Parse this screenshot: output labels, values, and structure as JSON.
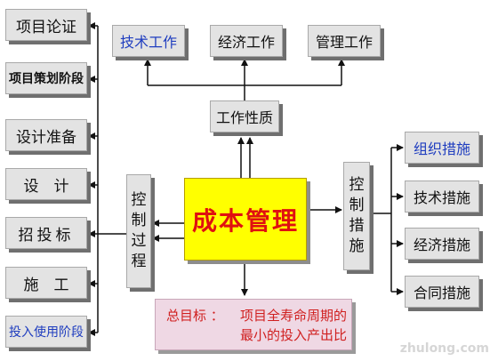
{
  "left_stages": [
    "项目论证",
    "项目策划阶段",
    "设计准备",
    "设　计",
    "招投标",
    "施　工",
    "投入使用阶段"
  ],
  "process": [
    "控",
    "制",
    "过",
    "程"
  ],
  "center": "成本管理",
  "quality": "工作性质",
  "top_items": [
    "技术工作",
    "经济工作",
    "管理工作"
  ],
  "measures": [
    "控",
    "制",
    "措",
    "施"
  ],
  "right_items": [
    "组织措施",
    "技术措施",
    "经济措施",
    "合同措施"
  ],
  "goal": {
    "label": "总目标 ：",
    "line1": "项目全寿命周期的",
    "line2": "最小的投入产出比"
  },
  "watermark": "zhulong.com"
}
